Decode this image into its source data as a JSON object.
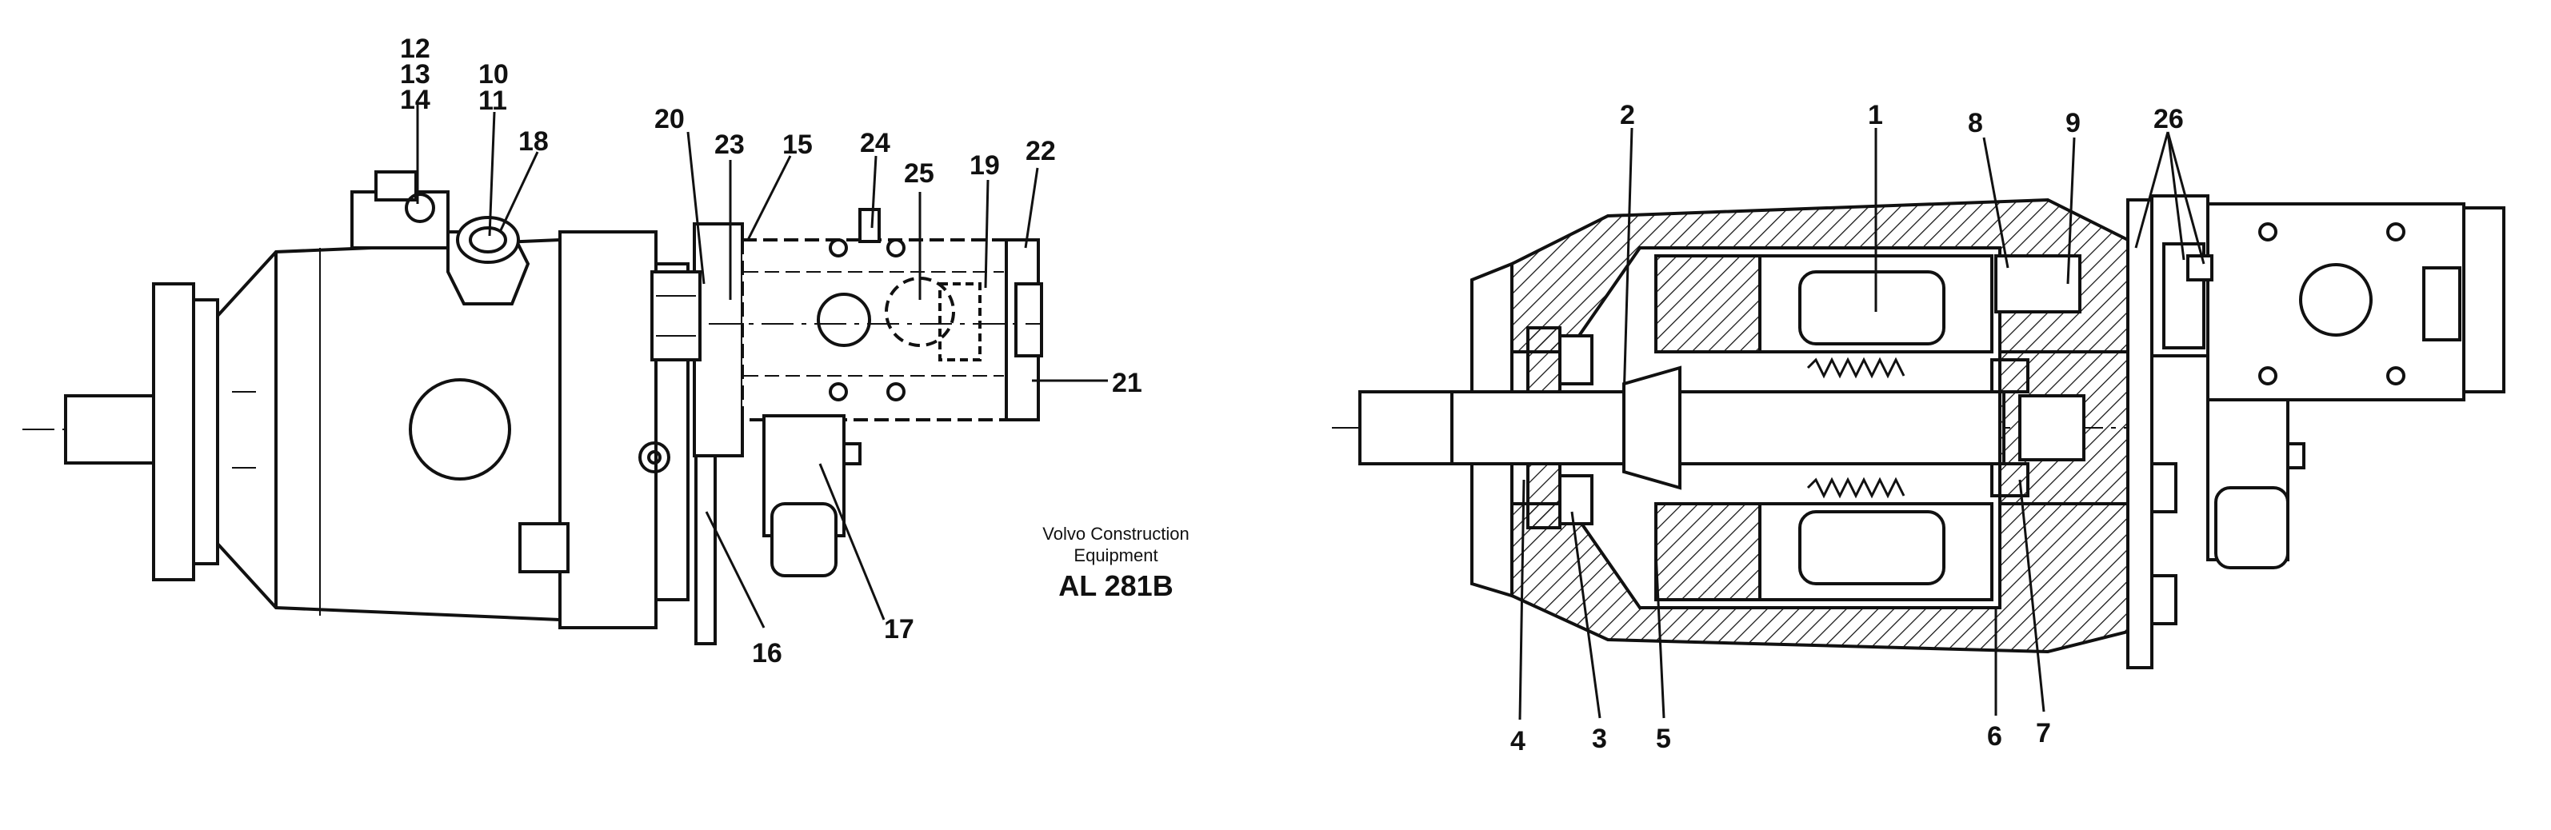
{
  "caption": {
    "line1": "Volvo Construction",
    "line2": "Equipment",
    "code": "AL 281B"
  },
  "left_view": {
    "labels": {
      "l10": "10",
      "l11": "11",
      "l12": "12",
      "l13": "13",
      "l14": "14",
      "l15": "15",
      "l16": "16",
      "l17": "17",
      "l18": "18",
      "l19": "19",
      "l20": "20",
      "l21": "21",
      "l22": "22",
      "l23": "23",
      "l24": "24",
      "l25": "25"
    }
  },
  "right_view": {
    "labels": {
      "r1": "1",
      "r2": "2",
      "r3": "3",
      "r4": "4",
      "r5": "5",
      "r6": "6",
      "r7": "7",
      "r8": "8",
      "r9": "9",
      "r26": "26"
    }
  },
  "colors": {
    "line": "#111111",
    "background": "#ffffff"
  }
}
